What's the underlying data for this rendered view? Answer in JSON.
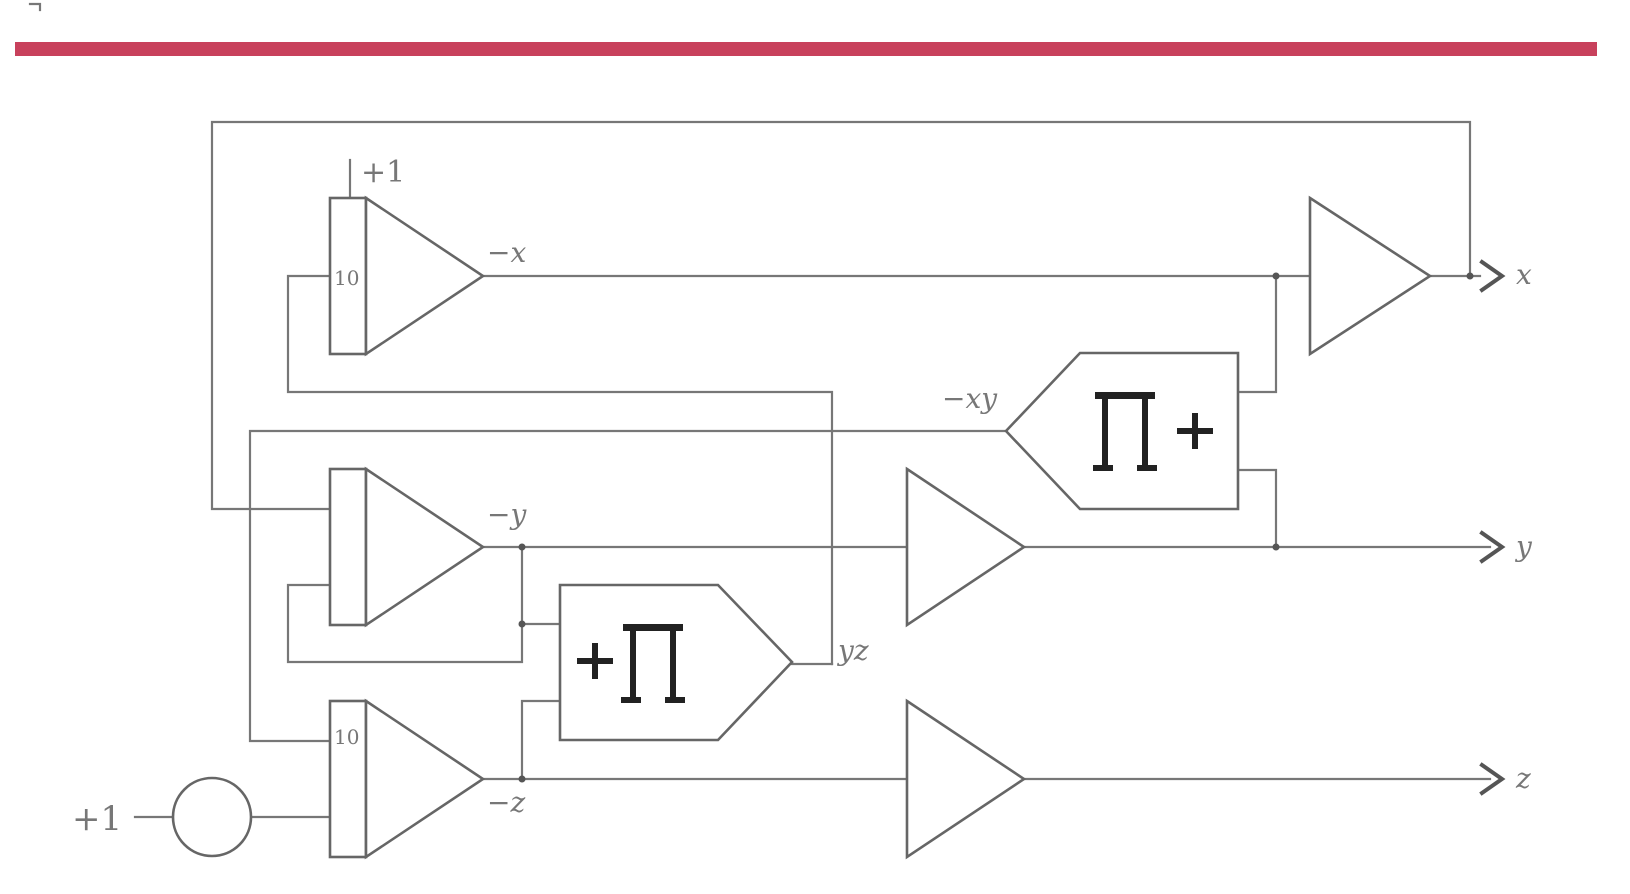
{
  "diagram": {
    "header_color": "#c8415c",
    "signals": {
      "neg_x": "−x",
      "neg_y": "−y",
      "neg_z": "−z",
      "neg_xy": "−xy",
      "yz": "yz",
      "out_x": "x",
      "out_y": "y",
      "out_z": "z"
    },
    "constants": {
      "plus_one_top": "+1",
      "plus_one_input": "+1"
    },
    "gains": {
      "integrator_x": "10",
      "integrator_z": "10"
    },
    "multipliers": {
      "upper_symbol": "∏+",
      "lower_symbol": "+∏"
    }
  }
}
